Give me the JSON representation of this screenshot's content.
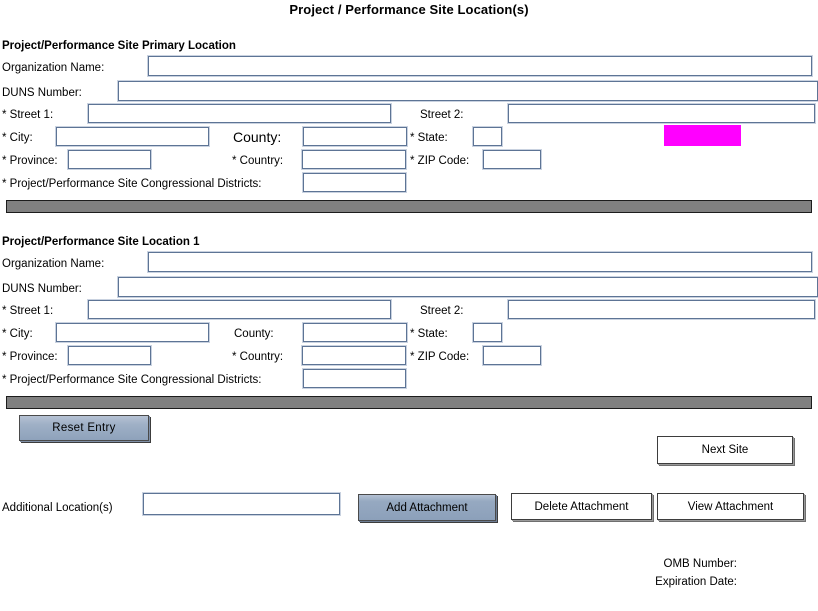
{
  "page": {
    "title": "Project / Performance Site Location(s)"
  },
  "sections": [
    {
      "heading": "Project/Performance Site Primary Location",
      "fields": {
        "organization_name_label": "Organization Name:",
        "duns_label": "DUNS Number:",
        "street1_label": "* Street 1:",
        "street2_label": "Street 2:",
        "city_label": "* City:",
        "county_label": "County:",
        "state_label": "* State:",
        "province_label": "* Province:",
        "country_label": "* Country:",
        "zip_label": "* ZIP Code:",
        "districts_label": "* Project/Performance Site Congressional Districts:"
      },
      "values": {
        "organization_name": "",
        "duns": "",
        "street1": "",
        "street2": "",
        "city": "",
        "county": "",
        "state": "",
        "province": "",
        "country": "",
        "zip": "",
        "districts": ""
      }
    },
    {
      "heading": "Project/Performance Site Location 1",
      "fields": {
        "organization_name_label": "Organization Name:",
        "duns_label": "DUNS Number:",
        "street1_label": "* Street 1:",
        "street2_label": "Street 2:",
        "city_label": "* City:",
        "county_label": "County:",
        "state_label": "* State:",
        "province_label": "* Province:",
        "country_label": "* Country:",
        "zip_label": "* ZIP Code:",
        "districts_label": "* Project/Performance Site Congressional Districts:"
      },
      "values": {
        "organization_name": "",
        "duns": "",
        "street1": "",
        "street2": "",
        "city": "",
        "county": "",
        "state": "",
        "province": "",
        "country": "",
        "zip": "",
        "districts": ""
      }
    }
  ],
  "buttons": {
    "reset_entry": "Reset Entry",
    "next_site": "Next Site",
    "add_attachment": "Add Attachment",
    "delete_attachment": "Delete Attachment",
    "view_attachment": "View  Attachment"
  },
  "footer": {
    "additional_locations_label": "Additional Location(s)",
    "additional_locations_value": "",
    "omb_number_label": "OMB Number:",
    "expiration_date_label": "Expiration Date:"
  },
  "colors": {
    "highlight_block": "#ff00ff",
    "separator_bar": "#808080",
    "field_border": "#5d7495",
    "button_blue": "#8ea2bb"
  }
}
